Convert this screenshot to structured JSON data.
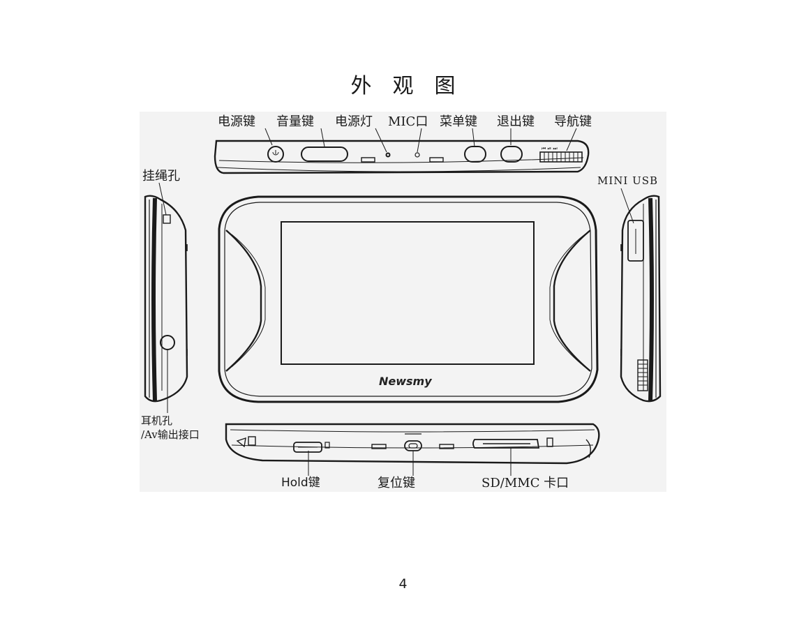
{
  "title": "外　观　图",
  "labels": {
    "power_key": "电源键",
    "volume_key": "音量键",
    "power_light": "电源灯",
    "mic": "MIC口",
    "menu_key": "菜单键",
    "exit_key": "退出键",
    "nav_key": "导航键",
    "lanyard_hole": "挂绳孔",
    "mini_usb": "MINI USB",
    "earphone_line1": "耳机孔",
    "earphone_line2": "/Av输出接口",
    "hold_key": "Hold键",
    "reset_key": "复位键",
    "sd_slot": "SD/MMC 卡口"
  },
  "brand": "Newsmy",
  "page_number": "4"
}
